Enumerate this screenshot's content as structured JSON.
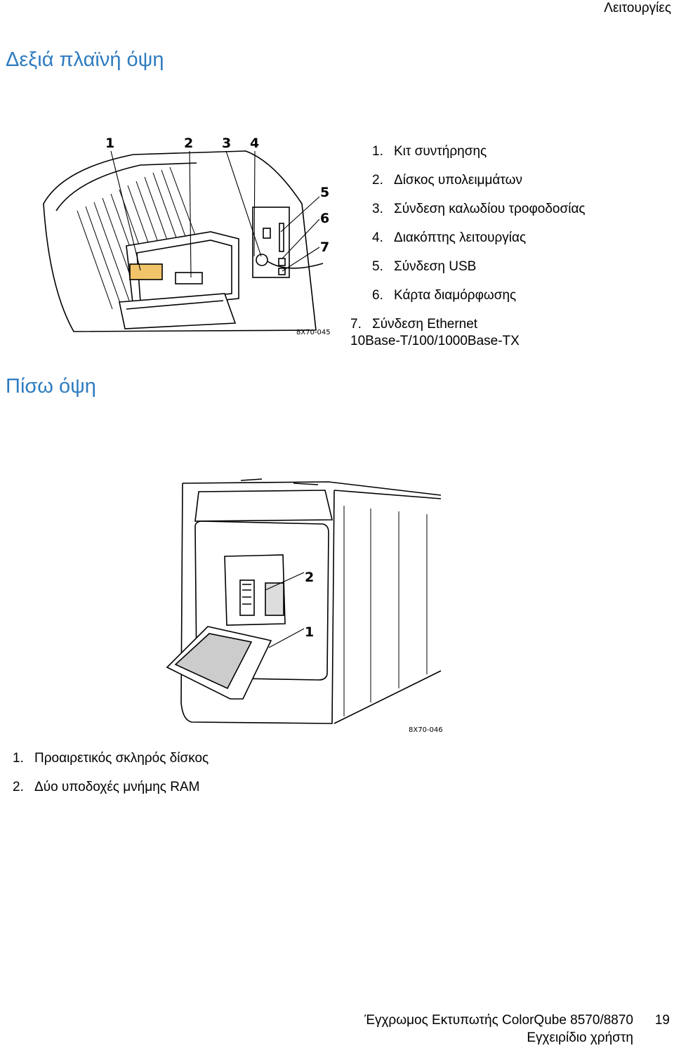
{
  "header": {
    "section": "Λειτουργίες"
  },
  "right_side": {
    "title": "Δεξιά πλαϊνή όψη",
    "figure_code": "8X70-045",
    "callouts": [
      "1",
      "2",
      "3",
      "4",
      "5",
      "6",
      "7"
    ],
    "items": [
      {
        "num": "1.",
        "label": "Κιτ συντήρησης"
      },
      {
        "num": "2.",
        "label": "Δίσκος υπολειμμάτων"
      },
      {
        "num": "3.",
        "label": "Σύνδεση καλωδίου τροφοδοσίας"
      },
      {
        "num": "4.",
        "label": "Διακόπτης λειτουργίας"
      },
      {
        "num": "5.",
        "label": "Σύνδεση USB"
      },
      {
        "num": "6.",
        "label": "Κάρτα διαμόρφωσης"
      },
      {
        "num": "7.",
        "label": "Σύνδεση Ethernet",
        "label2": "10Base-T/100/1000Base-TX"
      }
    ]
  },
  "rear": {
    "title": "Πίσω όψη",
    "figure_code": "8X70-046",
    "callouts": [
      "2",
      "1"
    ],
    "items": [
      {
        "num": "1.",
        "label": "Προαιρετικός σκληρός δίσκος"
      },
      {
        "num": "2.",
        "label": "Δύο υποδοχές μνήμης RAM"
      }
    ]
  },
  "footer": {
    "line1": "Έγχρωμος Εκτυπωτής ColorQube 8570/8870",
    "line2": "Εγχειρίδιο χρήστη",
    "page": "19"
  },
  "colors": {
    "heading": "#2f7cc0",
    "kit": "#f2c46a"
  }
}
